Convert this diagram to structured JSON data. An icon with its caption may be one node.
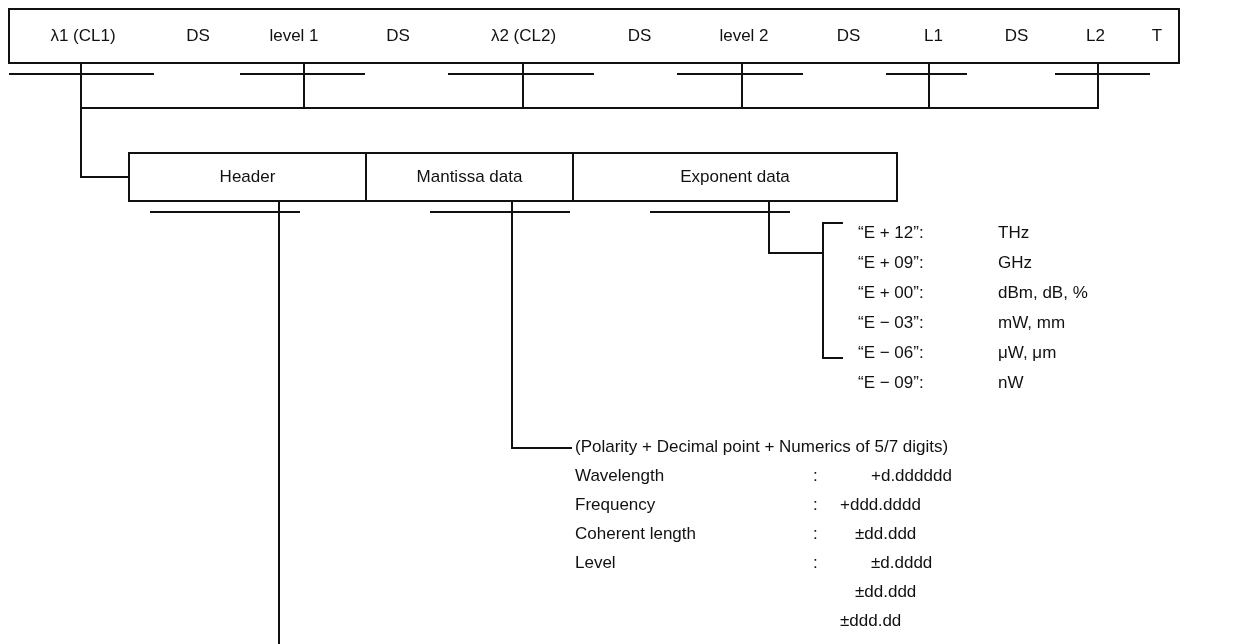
{
  "diagram": {
    "nodes": [
      {
        "text": [
          "λ1 (CL1)"
        ]
      },
      {
        "text": [
          "DS"
        ]
      },
      {
        "text": [
          "level 1"
        ]
      },
      {
        "text": [
          "DS"
        ]
      },
      {
        "text": [
          "λ2 (CL2)"
        ]
      },
      {
        "text": [
          "DS"
        ]
      },
      {
        "text": [
          "level 2"
        ]
      },
      {
        "text": [
          "DS"
        ]
      },
      {
        "text": [
          "L1"
        ]
      },
      {
        "text": [
          "DS"
        ]
      },
      {
        "text": [
          "L2"
        ]
      },
      {
        "text": [
          "T"
        ]
      },
      {
        "text": [
          "Header"
        ]
      },
      {
        "text": [
          "Mantissa data"
        ]
      },
      {
        "text": [
          "Exponent data"
        ]
      },
      {
        "text": [
          "“E + 12”:",
          "THz",
          "“E + 09”:",
          "GHz",
          "“E + 00”:",
          "dBm, dB, %",
          "“E − 03”:",
          "mW, mm",
          "“E − 06”:",
          "μW, μm",
          "“E − 09”:",
          "nW"
        ]
      },
      {
        "text": [
          "(Polarity + Decimal point + Numerics of 5/7 digits)",
          "Wavelength",
          ":",
          "+d.dddddd",
          "Frequency",
          ":",
          "+ddd.dddd",
          "Coherent length",
          ":",
          "±dd.ddd",
          "Level",
          ":",
          "±d.dddd",
          "±dd.ddd",
          "±ddd.dd"
        ]
      }
    ],
    "edges": [
      {
        "from": 0,
        "to": 12,
        "arrow": "none"
      },
      {
        "from": 2,
        "to": 12,
        "arrow": "none"
      },
      {
        "from": 4,
        "to": 12,
        "arrow": "none"
      },
      {
        "from": 6,
        "to": 12,
        "arrow": "none"
      },
      {
        "from": 8,
        "to": 12,
        "arrow": "none"
      },
      {
        "from": 10,
        "to": 12,
        "arrow": "none"
      },
      {
        "from": 14,
        "to": 15,
        "arrow": "none"
      },
      {
        "from": 13,
        "to": 16,
        "arrow": "none"
      },
      {
        "from": 12,
        "to": null,
        "arrow": "none"
      }
    ]
  }
}
